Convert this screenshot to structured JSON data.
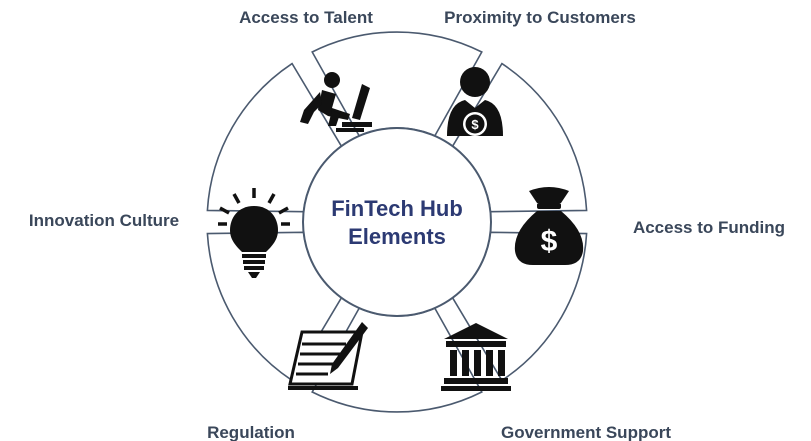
{
  "hub": {
    "line1": "FinTech Hub",
    "line2": "Elements"
  },
  "segments": [
    {
      "label": "Access to Talent",
      "icon": "person-at-computer-icon"
    },
    {
      "label": "Proximity to Customers",
      "icon": "customer-dollar-icon"
    },
    {
      "label": "Access to Funding",
      "icon": "money-bag-icon"
    },
    {
      "label": "Government Support",
      "icon": "government-building-icon"
    },
    {
      "label": "Regulation",
      "icon": "document-pen-icon"
    },
    {
      "label": "Innovation Culture",
      "icon": "lightbulb-icon"
    }
  ],
  "colors": {
    "outline": "#4b5a6f",
    "hub_text": "#2c3a73",
    "label_text": "#3a475a",
    "icon": "#111111"
  }
}
